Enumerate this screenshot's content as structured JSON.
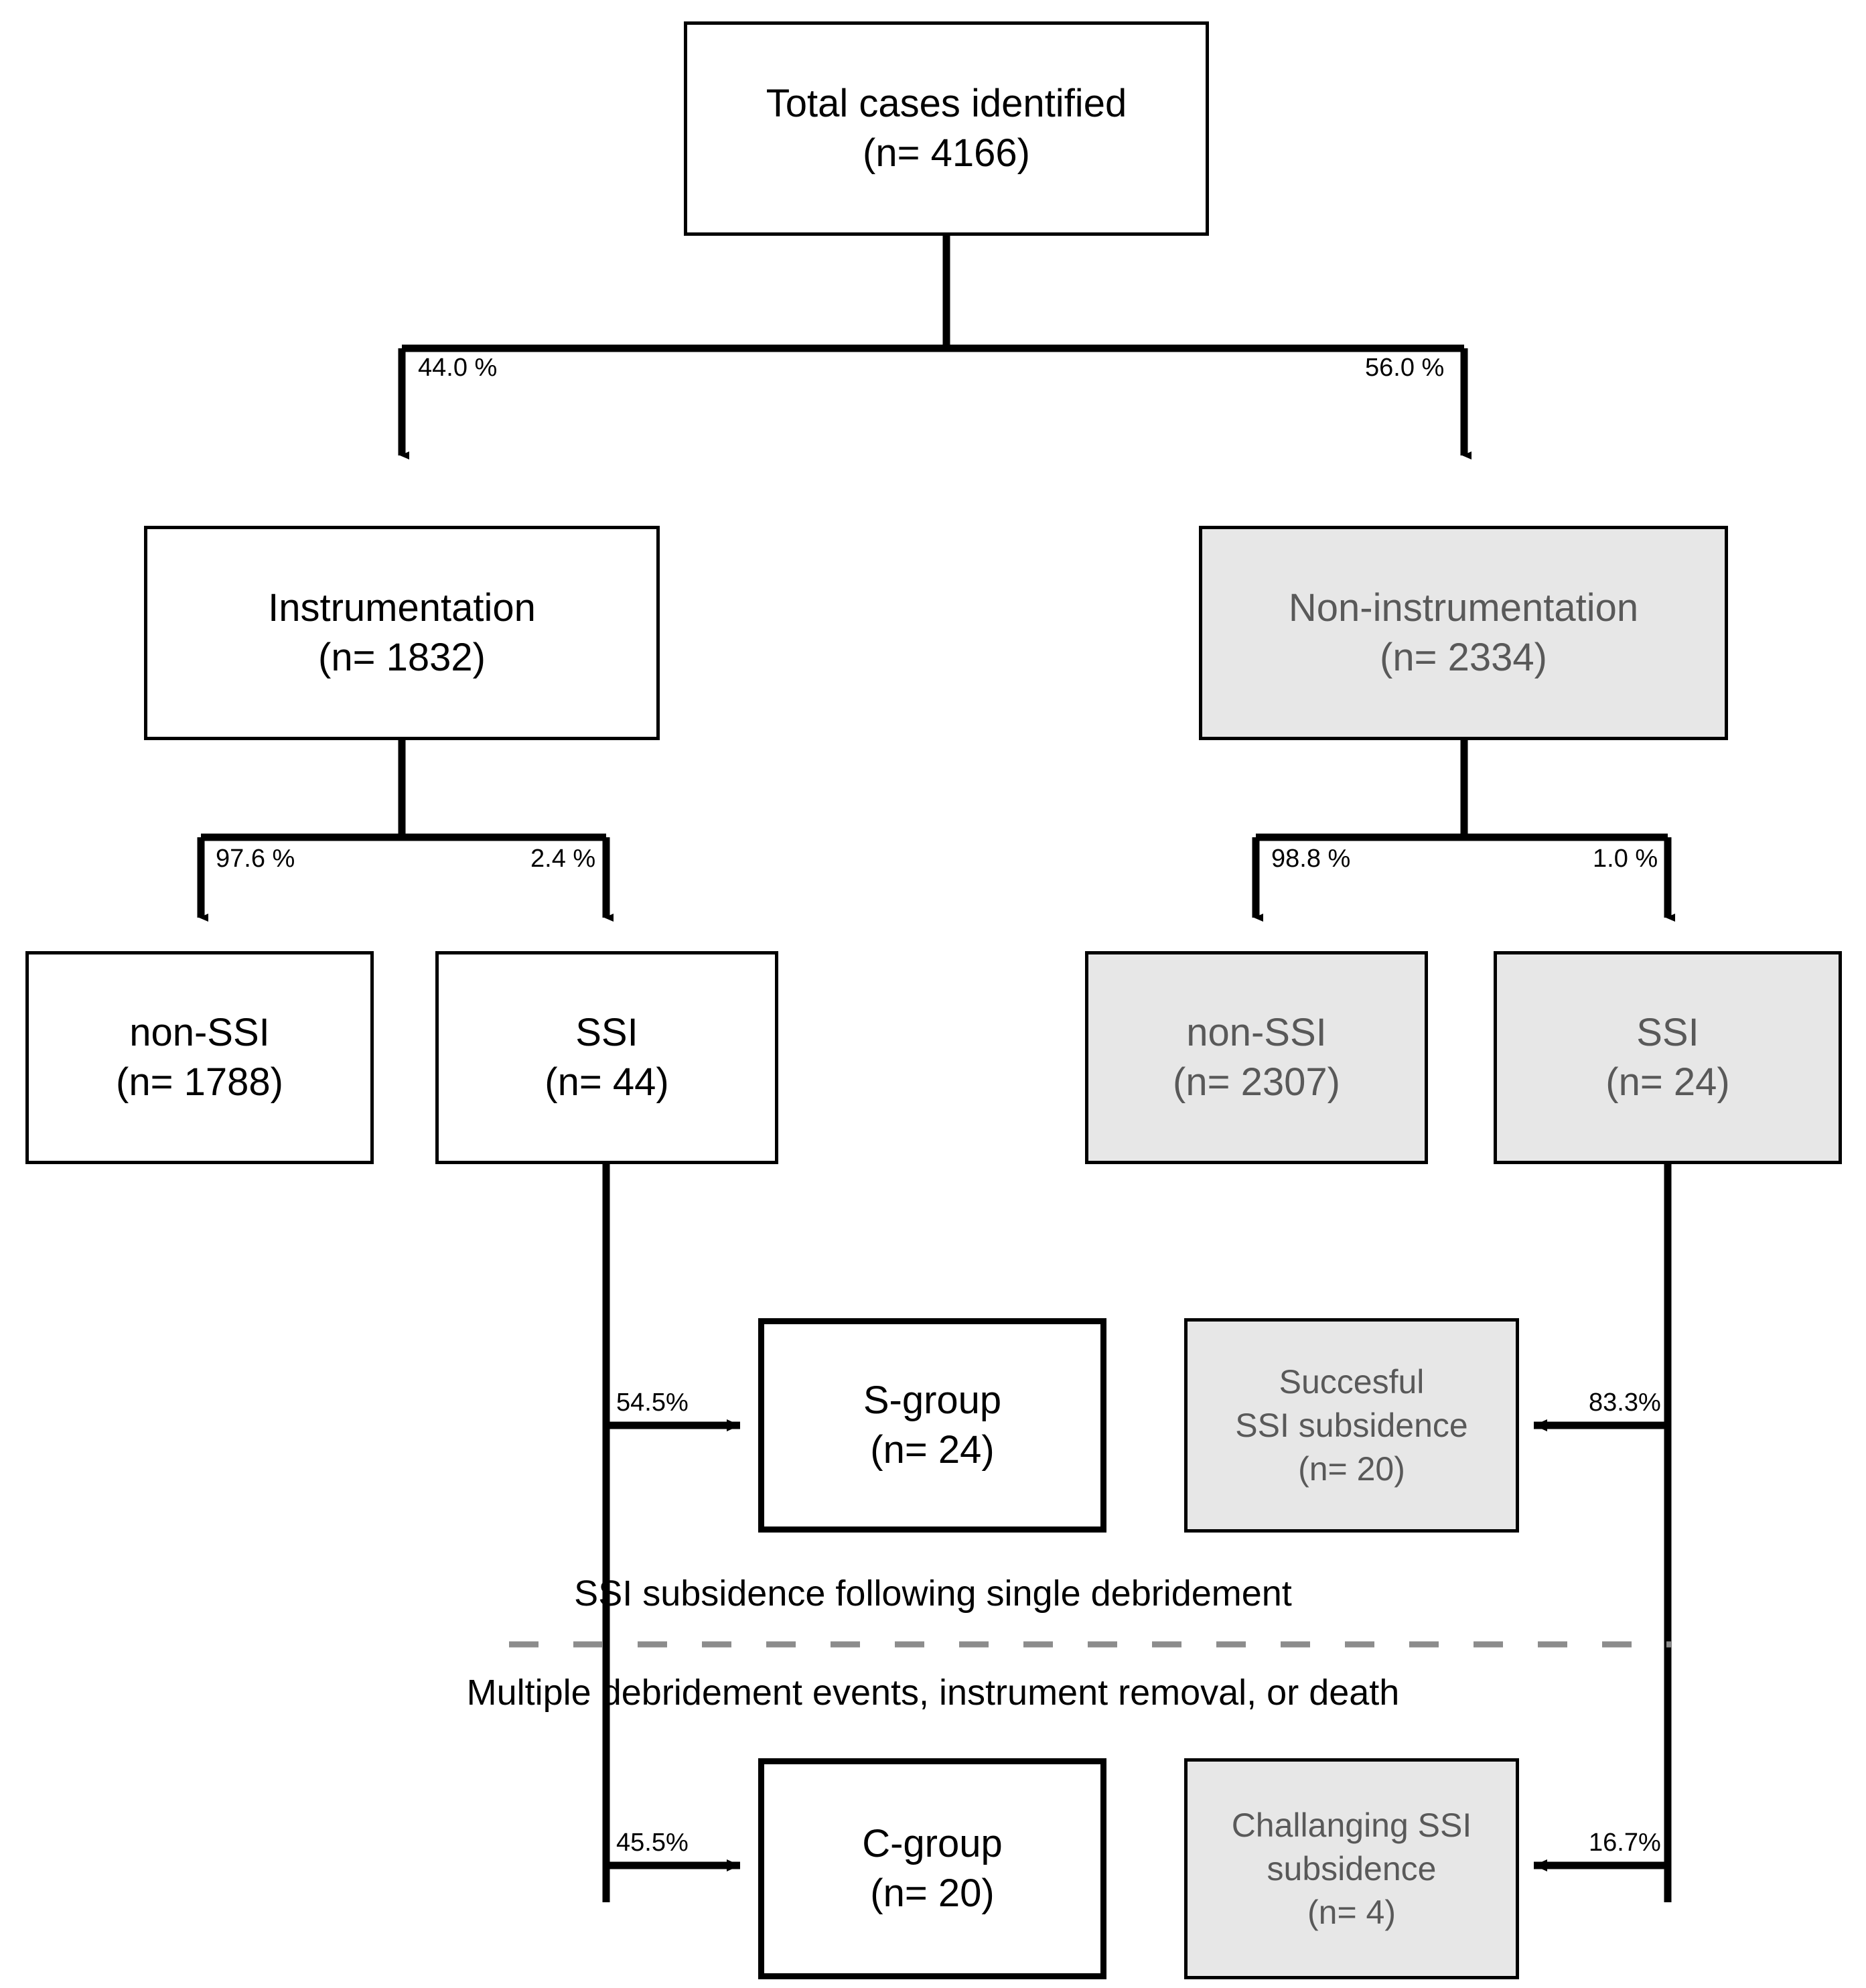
{
  "diagram": {
    "type": "flowchart",
    "title_text": "Total cases identified",
    "nodes": {
      "total": {
        "label": "Total cases identified",
        "count": "(n= 4166)",
        "style": "white"
      },
      "instrumentation": {
        "label": "Instrumentation",
        "count": "(n= 1832)",
        "style": "white"
      },
      "non_instrumentation": {
        "label": "Non-instrumentation",
        "count": "(n= 2334)",
        "style": "grey"
      },
      "instr_non_ssi": {
        "label": "non-SSI",
        "count": "(n= 1788)",
        "style": "white"
      },
      "instr_ssi": {
        "label": "SSI",
        "count": "(n= 44)",
        "style": "white"
      },
      "noninstr_non_ssi": {
        "label": "non-SSI",
        "count": "(n= 2307)",
        "style": "grey"
      },
      "noninstr_ssi": {
        "label": "SSI",
        "count": "(n= 24)",
        "style": "grey"
      },
      "s_group": {
        "label": "S-group",
        "count": "(n= 24)",
        "style": "white"
      },
      "c_group": {
        "label": "C-group",
        "count": "(n= 20)",
        "style": "white"
      },
      "successful": {
        "label_line1": "Succesful",
        "label_line2": "SSI subsidence",
        "count": "(n= 20)",
        "style": "grey"
      },
      "challenging": {
        "label_line1": "Challanging SSI",
        "label_line2": "subsidence",
        "count": "(n= 4)",
        "style": "grey"
      }
    },
    "edge_labels": {
      "total_to_instrumentation": "44.0 %",
      "total_to_non_instrumentation": "56.0 %",
      "instr_to_non_ssi": "97.6 %",
      "instr_to_ssi": "2.4 %",
      "noninstr_to_non_ssi": "98.8 %",
      "noninstr_to_ssi": "1.0 %",
      "ssi_to_s_group": "54.5%",
      "ssi_to_c_group": "45.5%",
      "ssi_to_successful": "83.3%",
      "ssi_to_challenging": "16.7%"
    },
    "divider": {
      "above_text": "SSI subsidence following single debridement",
      "below_text": "Multiple debridement events, instrument removal, or death"
    },
    "colors": {
      "stroke": "#000000",
      "grey_fill": "#e7e7e7",
      "grey_text": "#595959",
      "dashed_divider": "#8c8c8c",
      "background": "#ffffff"
    }
  }
}
